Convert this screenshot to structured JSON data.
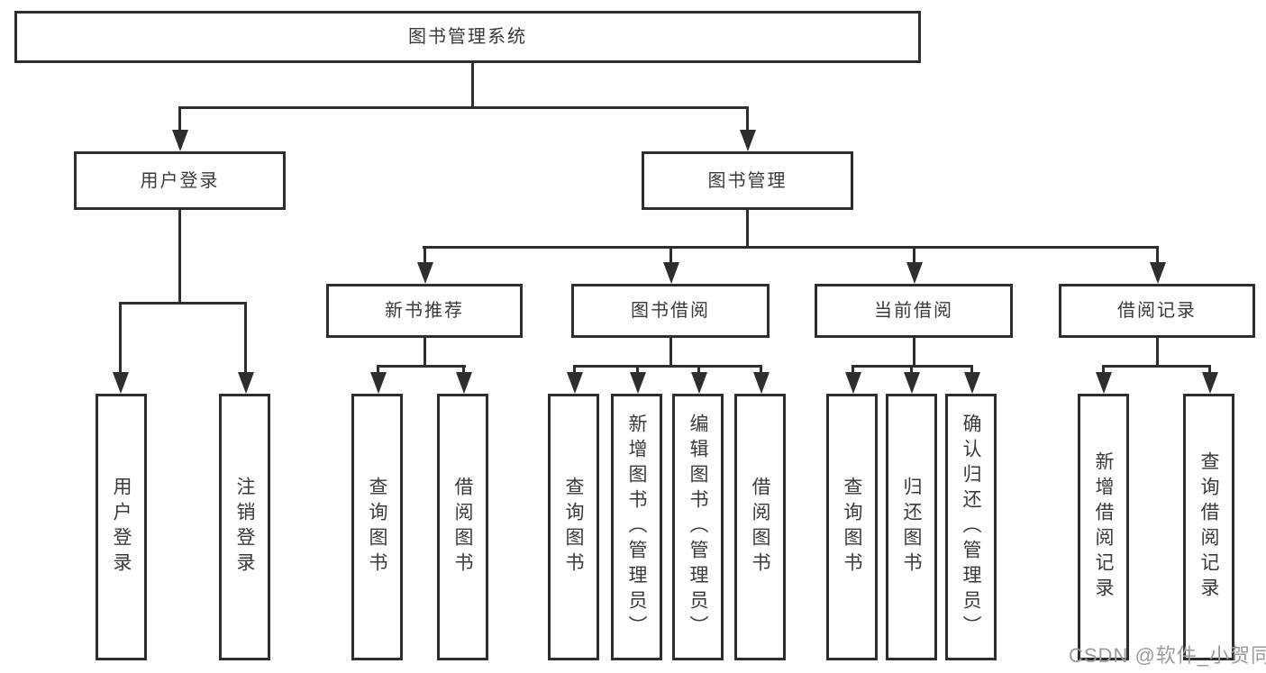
{
  "diagram": {
    "root": {
      "label": "图书管理系统"
    },
    "branches": [
      {
        "label": "用户登录",
        "children": [
          {
            "label": "用户登录"
          },
          {
            "label": "注销登录"
          }
        ]
      },
      {
        "label": "图书管理",
        "children": [
          {
            "label": "新书推荐",
            "children": [
              {
                "label": "查询图书"
              },
              {
                "label": "借阅图书"
              }
            ]
          },
          {
            "label": "图书借阅",
            "children": [
              {
                "label": "查询图书"
              },
              {
                "label": "新增图书（管理员）"
              },
              {
                "label": "编辑图书（管理员）"
              },
              {
                "label": "借阅图书"
              }
            ]
          },
          {
            "label": "当前借阅",
            "children": [
              {
                "label": "查询图书"
              },
              {
                "label": "归还图书"
              },
              {
                "label": "确认归还（管理员）"
              }
            ]
          },
          {
            "label": "借阅记录",
            "children": [
              {
                "label": "新增借阅记录"
              },
              {
                "label": "查询借阅记录"
              }
            ]
          }
        ]
      }
    ]
  },
  "watermark": {
    "text": "CSDN @软件_小贺同学"
  },
  "colors": {
    "line": "#2e2e2e",
    "text": "#3a3a3a",
    "box_background": "#ffffff",
    "watermark": "#9b9b9b"
  }
}
